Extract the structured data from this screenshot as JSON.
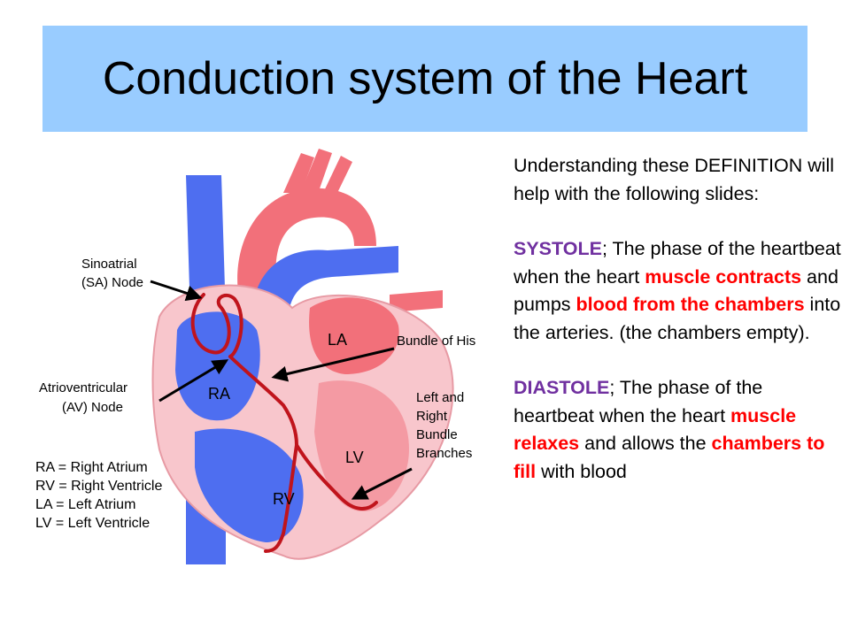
{
  "slide": {
    "title": "Conduction system of the Heart"
  },
  "diagram": {
    "labels": {
      "sa_line1": "Sinoatrial",
      "sa_line2": "(SA) Node",
      "av_line1": "Atrioventricular",
      "av_line2": "(AV) Node",
      "his": "Bundle of His",
      "branches_1": "Left and",
      "branches_2": "Right",
      "branches_3": "Bundle",
      "branches_4": "Branches"
    },
    "chambers": {
      "ra": "RA",
      "la": "LA",
      "rv": "RV",
      "lv": "LV"
    },
    "legend": [
      "RA = Right Atrium",
      "RV = Right Ventricle",
      "LA = Left Atrium",
      "LV = Left Ventricle"
    ],
    "colors": {
      "vein_blue": "#4e6ef0",
      "artery_red": "#f2707a",
      "pale_pink": "#f8c6cc",
      "conduction": "#c0141c"
    }
  },
  "text": {
    "intro": "Understanding these DEFINITION will help with the following slides:",
    "systole": {
      "term": "SYSTOLE",
      "a": "; The phase of the heartbeat when the heart ",
      "b": "muscle contracts",
      "c": " and pumps ",
      "d": "blood from the chambers",
      "e": " into the arteries. (the chambers empty)."
    },
    "diastole": {
      "term": "DIASTOLE",
      "a": "; The phase of the heartbeat when the heart ",
      "b": "muscle relaxes",
      "c": " and allows the ",
      "d": "chambers to fill",
      "e": " with blood"
    }
  }
}
